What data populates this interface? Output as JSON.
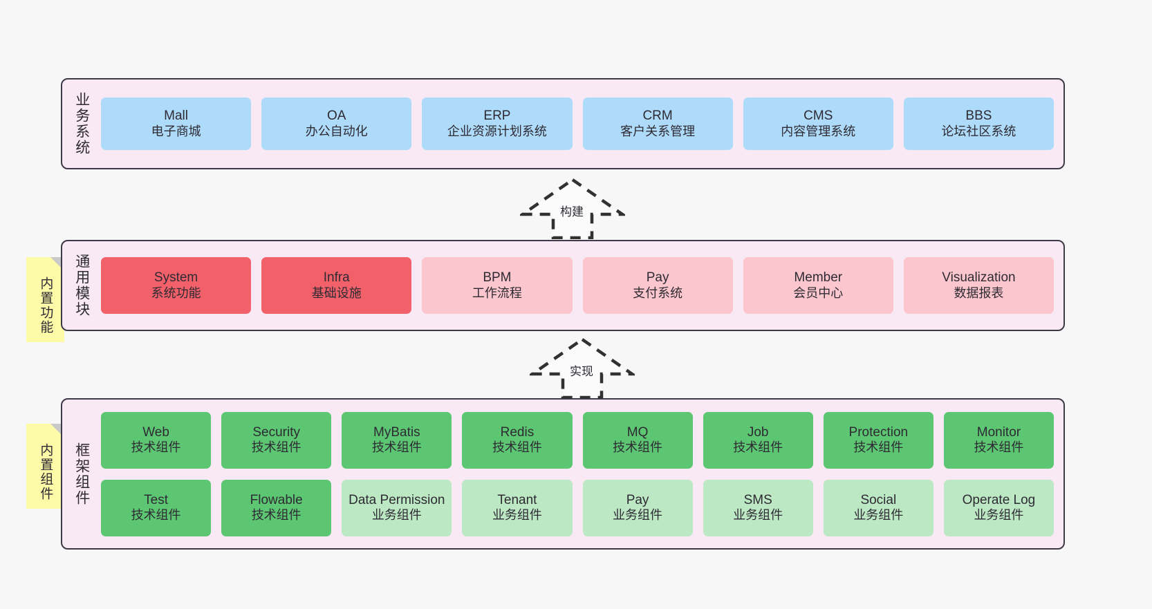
{
  "diagram": {
    "title": "System architecture layers",
    "background": "#f7f7f7",
    "panel_fill": "#f9e9f4",
    "panel_border": "#3d3846"
  },
  "notes": [
    {
      "name": "builtin-features",
      "text": "内置功能",
      "color": "#fdfaa8"
    },
    {
      "name": "builtin-components",
      "text": "内置组件",
      "color": "#fdfaa8"
    }
  ],
  "connectors": [
    {
      "name": "build",
      "label": "构建",
      "style": "dashed-generalization",
      "direction": "up"
    },
    {
      "name": "implement",
      "label": "实现",
      "style": "dashed-generalization",
      "direction": "up"
    }
  ],
  "layers": [
    {
      "id": "business",
      "title": "业务系统",
      "rows": [
        {
          "cells": [
            {
              "t1": "Mall",
              "t2": "电子商城",
              "color": "#afdbfa"
            },
            {
              "t1": "OA",
              "t2": "办公自动化",
              "color": "#afdbfa"
            },
            {
              "t1": "ERP",
              "t2": "企业资源计划系统",
              "color": "#afdbfa"
            },
            {
              "t1": "CRM",
              "t2": "客户关系管理",
              "color": "#afdbfa"
            },
            {
              "t1": "CMS",
              "t2": "内容管理系统",
              "color": "#afdbfa"
            },
            {
              "t1": "BBS",
              "t2": "论坛社区系统",
              "color": "#afdbfa"
            }
          ]
        }
      ]
    },
    {
      "id": "common",
      "title": "通用模块",
      "rows": [
        {
          "cells": [
            {
              "t1": "System",
              "t2": "系统功能",
              "color": "#f2606a"
            },
            {
              "t1": "Infra",
              "t2": "基础设施",
              "color": "#f2606a"
            },
            {
              "t1": "BPM",
              "t2": "工作流程",
              "color": "#fbc6cd"
            },
            {
              "t1": "Pay",
              "t2": "支付系统",
              "color": "#fbc6cd"
            },
            {
              "t1": "Member",
              "t2": "会员中心",
              "color": "#fbc6cd"
            },
            {
              "t1": "Visualization",
              "t2": "数据报表",
              "color": "#fbc6cd"
            }
          ]
        }
      ]
    },
    {
      "id": "framework",
      "title": "框架组件",
      "rows": [
        {
          "cells": [
            {
              "t1": "Web",
              "t2": "技术组件",
              "color": "#5cc672"
            },
            {
              "t1": "Security",
              "t2": "技术组件",
              "color": "#5cc672"
            },
            {
              "t1": "MyBatis",
              "t2": "技术组件",
              "color": "#5cc672"
            },
            {
              "t1": "Redis",
              "t2": "技术组件",
              "color": "#5cc672"
            },
            {
              "t1": "MQ",
              "t2": "技术组件",
              "color": "#5cc672"
            },
            {
              "t1": "Job",
              "t2": "技术组件",
              "color": "#5cc672"
            },
            {
              "t1": "Protection",
              "t2": "技术组件",
              "color": "#5cc672"
            },
            {
              "t1": "Monitor",
              "t2": "技术组件",
              "color": "#5cc672"
            }
          ]
        },
        {
          "cells": [
            {
              "t1": "Test",
              "t2": "技术组件",
              "color": "#5cc672"
            },
            {
              "t1": "Flowable",
              "t2": "技术组件",
              "color": "#5cc672"
            },
            {
              "t1": "Data Permission",
              "t2": "业务组件",
              "color": "#bce8c4"
            },
            {
              "t1": "Tenant",
              "t2": "业务组件",
              "color": "#bce8c4"
            },
            {
              "t1": "Pay",
              "t2": "业务组件",
              "color": "#bce8c4"
            },
            {
              "t1": "SMS",
              "t2": "业务组件",
              "color": "#bce8c4"
            },
            {
              "t1": "Social",
              "t2": "业务组件",
              "color": "#bce8c4"
            },
            {
              "t1": "Operate Log",
              "t2": "业务组件",
              "color": "#bce8c4"
            }
          ]
        }
      ]
    }
  ]
}
